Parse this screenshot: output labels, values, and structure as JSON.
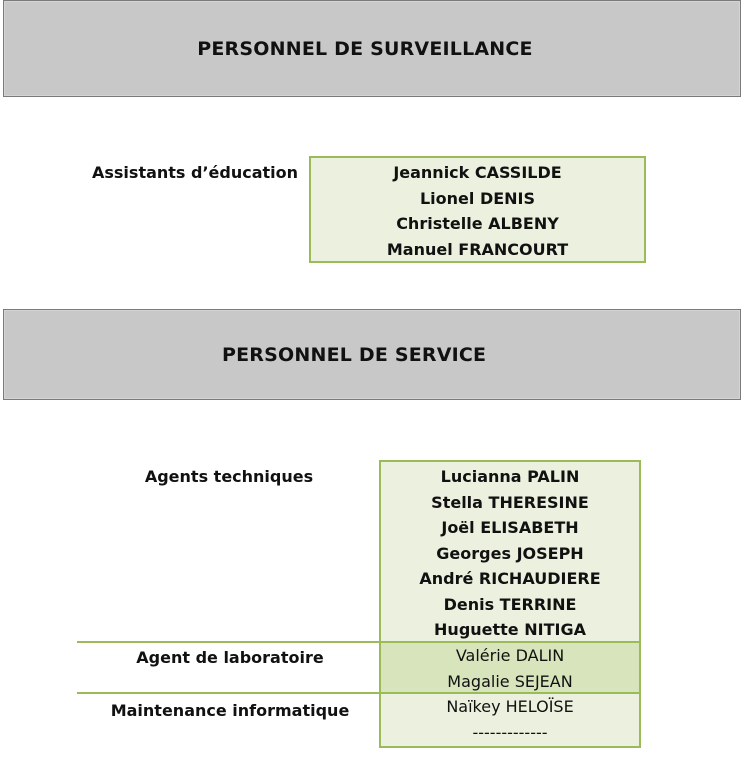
{
  "surveillance": {
    "title": "PERSONNEL DE SURVEILLANCE",
    "groups": [
      {
        "label": "Assistants d’éducation",
        "names": [
          "Jeannick CASSILDE",
          "Lionel DENIS",
          "Christelle ALBENY",
          "Manuel FRANCOURT"
        ]
      }
    ]
  },
  "service": {
    "title": "PERSONNEL DE SERVICE",
    "groups": [
      {
        "label": "Agents techniques",
        "names": [
          "Lucianna PALIN",
          "Stella THERESINE",
          "Joël ELISABETH",
          "Georges JOSEPH",
          "André RICHAUDIERE",
          "Denis TERRINE",
          "Huguette NITIGA"
        ]
      },
      {
        "label": "Agent de laboratoire",
        "names": [
          "Valérie DALIN",
          "Magalie SEJEAN"
        ]
      },
      {
        "label": "Maintenance informatique",
        "names": [
          "Naïkey HELOÏSE",
          "-------------"
        ]
      }
    ]
  },
  "colors": {
    "banner_bg": "#c8c8c8",
    "box_border": "#9bbb59",
    "box_light": "#ebf1de",
    "box_mid": "#d7e4bc"
  }
}
